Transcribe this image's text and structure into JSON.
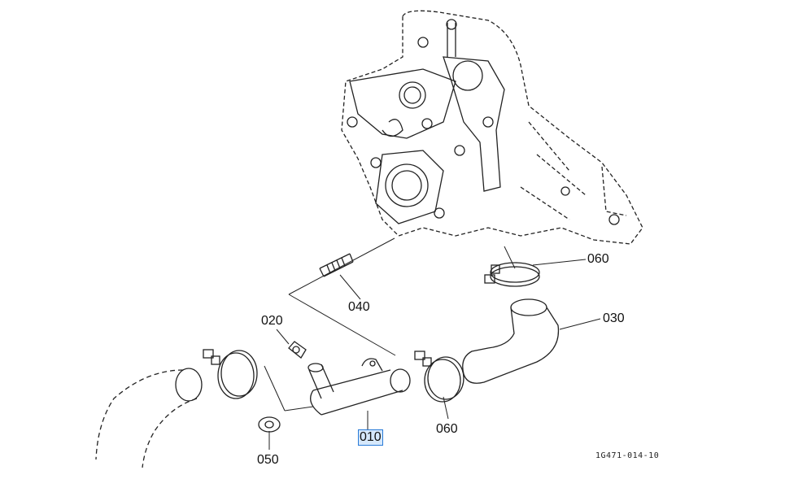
{
  "diagram": {
    "callouts": [
      {
        "id": "060a",
        "label": "060"
      },
      {
        "id": "040",
        "label": "040"
      },
      {
        "id": "020",
        "label": "020"
      },
      {
        "id": "030",
        "label": "030"
      },
      {
        "id": "060b",
        "label": "060"
      },
      {
        "id": "010",
        "label": "010",
        "selected": true
      },
      {
        "id": "050",
        "label": "050"
      }
    ],
    "drawing_code": "1G471-014-10",
    "highlight_color": "#d6e8fb"
  }
}
